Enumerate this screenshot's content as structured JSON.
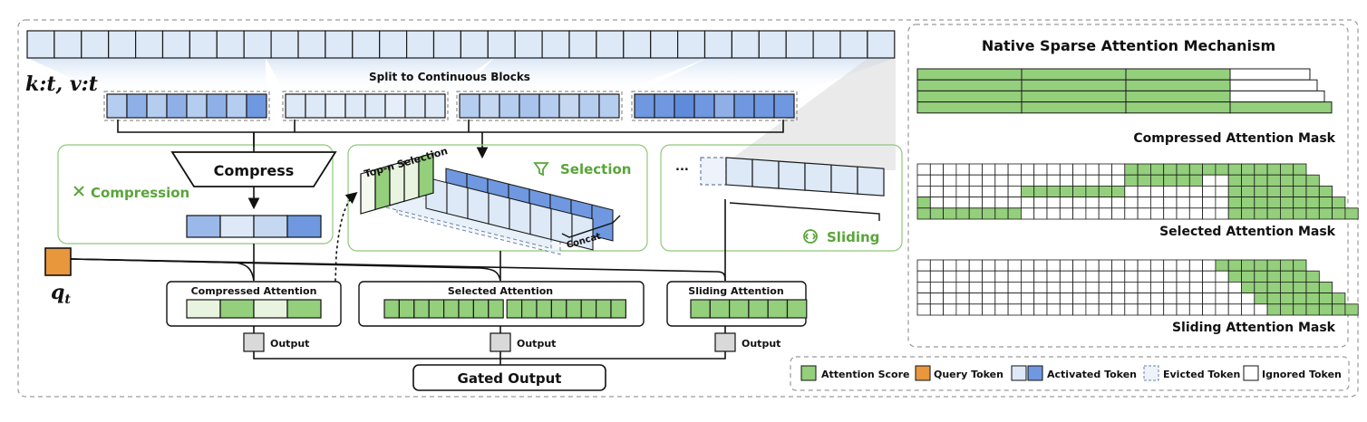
{
  "colors": {
    "attention_green": "#94cf7c",
    "light_green": "#e8f4df",
    "query_orange": "#e8973c",
    "token_light": "#dde9f7",
    "token_mid": "#b5cdef",
    "token_dark": "#6f98e0",
    "accent_green_text": "#5aa53a",
    "ignored_white": "#ffffff",
    "stroke": "#1a1a1a"
  },
  "inputs": {
    "kv_label": "k:t, v:t",
    "query_label": "q_t"
  },
  "split_label": "Split to Continuous Blocks",
  "branches": {
    "compression": {
      "title": "Compression",
      "icon": "compress-arrows-icon",
      "op": "Compress",
      "attention": "Compressed Attention",
      "output": "Output"
    },
    "selection": {
      "title": "Selection",
      "icon": "funnel-icon",
      "topn": "Top-n Selection",
      "concat": "Concat",
      "attention": "Selected Attention",
      "output": "Output"
    },
    "sliding": {
      "title": "Sliding",
      "icon": "sliding-window-icon",
      "ellipsis": "...",
      "attention": "Sliding Attention",
      "output": "Output"
    }
  },
  "gated_output": "Gated Output",
  "mechanism": {
    "title": "Native Sparse Attention Mechanism",
    "masks": [
      {
        "label": "Compressed Attention Mask",
        "kind": "compressed"
      },
      {
        "label": "Selected Attention Mask",
        "kind": "selected"
      },
      {
        "label": "Sliding Attention Mask",
        "kind": "sliding"
      }
    ]
  },
  "legend": [
    {
      "label": "Attention Score",
      "swatch": "green"
    },
    {
      "label": "Query Token",
      "swatch": "orange"
    },
    {
      "label": "Activated Token",
      "swatch": "blue-pair"
    },
    {
      "label": "Evicted Token",
      "swatch": "dashed"
    },
    {
      "label": "Ignored Token",
      "swatch": "white"
    }
  ]
}
